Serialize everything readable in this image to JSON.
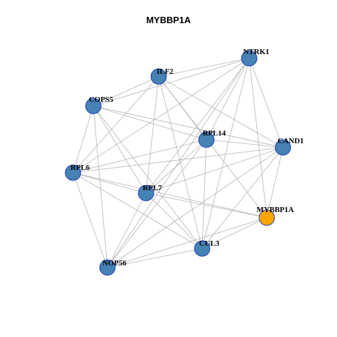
{
  "title": "MYBBP1A",
  "colors": {
    "node_default": "#4682b4",
    "node_highlight": "#ffa500",
    "node_border": "#1f3fbf",
    "edge": "#b3b3b3"
  },
  "nodes": [
    {
      "id": "NTRK1",
      "highlight": false
    },
    {
      "id": "ILF2",
      "highlight": false
    },
    {
      "id": "COPS5",
      "highlight": false
    },
    {
      "id": "RPL14",
      "highlight": false
    },
    {
      "id": "CAND1",
      "highlight": false
    },
    {
      "id": "RPL6",
      "highlight": false
    },
    {
      "id": "RPL7",
      "highlight": false
    },
    {
      "id": "MYBBP1A",
      "highlight": true
    },
    {
      "id": "CUL3",
      "highlight": false
    },
    {
      "id": "NOP56",
      "highlight": false
    }
  ],
  "edges": [
    [
      "NTRK1",
      "ILF2"
    ],
    [
      "NTRK1",
      "COPS5"
    ],
    [
      "NTRK1",
      "RPL14"
    ],
    [
      "NTRK1",
      "CAND1"
    ],
    [
      "NTRK1",
      "RPL6"
    ],
    [
      "NTRK1",
      "RPL7"
    ],
    [
      "NTRK1",
      "MYBBP1A"
    ],
    [
      "NTRK1",
      "CUL3"
    ],
    [
      "NTRK1",
      "NOP56"
    ],
    [
      "ILF2",
      "COPS5"
    ],
    [
      "ILF2",
      "RPL14"
    ],
    [
      "ILF2",
      "CAND1"
    ],
    [
      "ILF2",
      "RPL6"
    ],
    [
      "ILF2",
      "RPL7"
    ],
    [
      "ILF2",
      "MYBBP1A"
    ],
    [
      "ILF2",
      "CUL3"
    ],
    [
      "COPS5",
      "RPL14"
    ],
    [
      "COPS5",
      "CAND1"
    ],
    [
      "COPS5",
      "RPL6"
    ],
    [
      "COPS5",
      "RPL7"
    ],
    [
      "COPS5",
      "CUL3"
    ],
    [
      "COPS5",
      "NOP56"
    ],
    [
      "RPL14",
      "CAND1"
    ],
    [
      "RPL14",
      "RPL6"
    ],
    [
      "RPL14",
      "RPL7"
    ],
    [
      "RPL14",
      "CUL3"
    ],
    [
      "RPL14",
      "NOP56"
    ],
    [
      "CAND1",
      "RPL6"
    ],
    [
      "CAND1",
      "RPL7"
    ],
    [
      "CAND1",
      "MYBBP1A"
    ],
    [
      "CAND1",
      "CUL3"
    ],
    [
      "CAND1",
      "NOP56"
    ],
    [
      "RPL6",
      "RPL7"
    ],
    [
      "RPL6",
      "MYBBP1A"
    ],
    [
      "RPL6",
      "CUL3"
    ],
    [
      "RPL6",
      "NOP56"
    ],
    [
      "RPL7",
      "MYBBP1A"
    ],
    [
      "RPL7",
      "CUL3"
    ],
    [
      "RPL7",
      "NOP56"
    ],
    [
      "MYBBP1A",
      "CUL3"
    ],
    [
      "MYBBP1A",
      "NOP56"
    ],
    [
      "CUL3",
      "NOP56"
    ]
  ]
}
